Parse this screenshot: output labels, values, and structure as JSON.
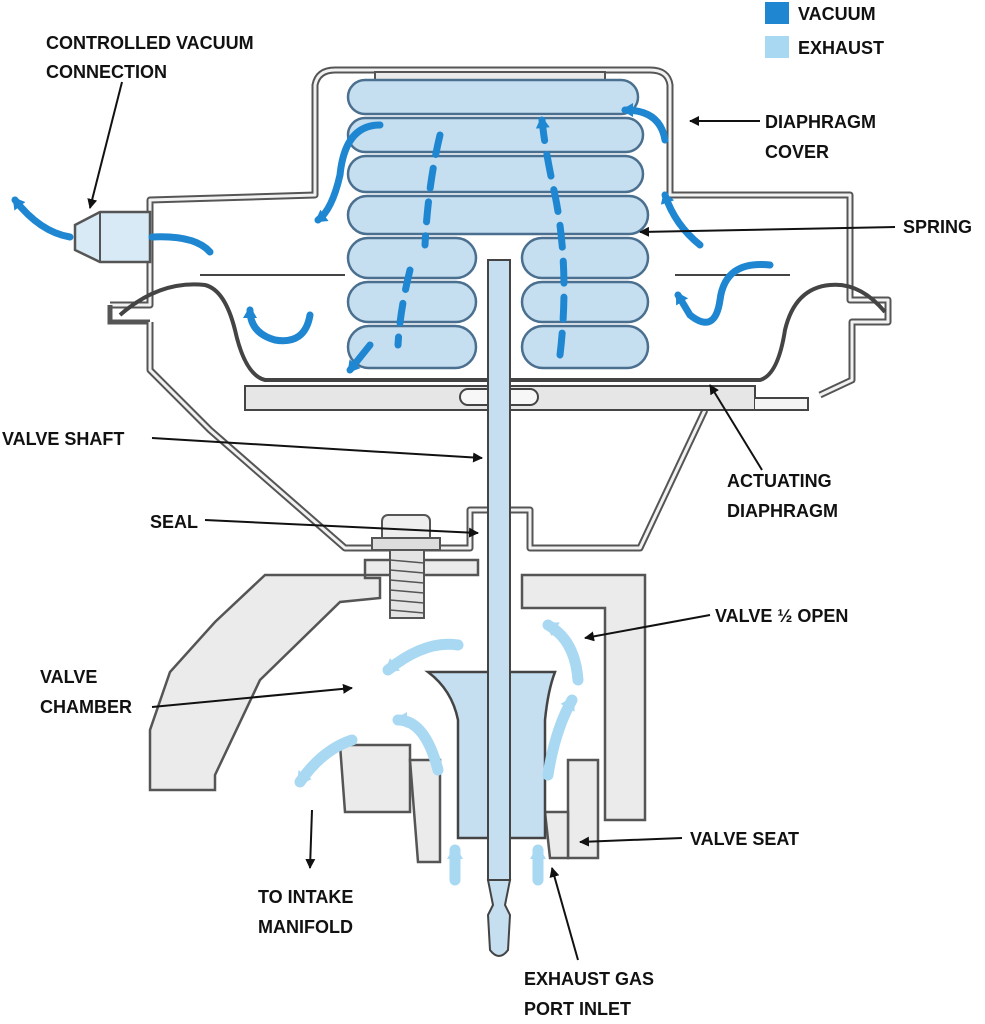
{
  "colors": {
    "vacuum": "#1f87d1",
    "exhaust": "#a9d9f2",
    "spring_fill": "#c5dff0",
    "spring_stroke": "#4a6f8f",
    "body_outline": "#555555",
    "metal_fill": "#e8e8e8",
    "label_text": "#111111"
  },
  "legend": {
    "vacuum": "VACUUM",
    "exhaust": "EXHAUST"
  },
  "labels": {
    "controlled_vacuum_1": "CONTROLLED VACUUM",
    "controlled_vacuum_2": "CONNECTION",
    "diaphragm_cover_1": "DIAPHRAGM",
    "diaphragm_cover_2": "COVER",
    "spring": "SPRING",
    "valve_shaft": "VALVE SHAFT",
    "actuating_diaphragm_1": "ACTUATING",
    "actuating_diaphragm_2": "DIAPHRAGM",
    "seal": "SEAL",
    "valve_half_open": "VALVE ½ OPEN",
    "valve_chamber_1": "VALVE",
    "valve_chamber_2": "CHAMBER",
    "valve_seat": "VALVE SEAT",
    "to_intake_1": "TO INTAKE",
    "to_intake_2": "MANIFOLD",
    "exhaust_port_1": "EXHAUST GAS",
    "exhaust_port_2": "PORT INLET"
  }
}
